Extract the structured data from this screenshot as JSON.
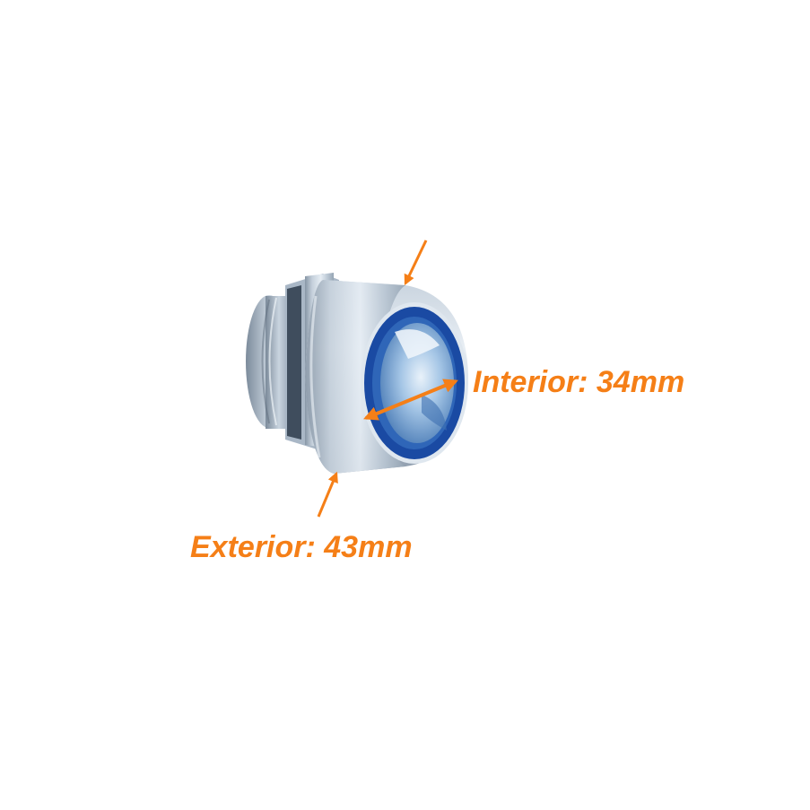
{
  "image": {
    "subject": "connector-fitting"
  },
  "annotations": {
    "interior_label": "Interior: 34mm",
    "exterior_label": "Exterior: 43mm"
  },
  "colors": {
    "background": "#ffffff",
    "annotation": "#f57f17",
    "metal_light": "#dde5ee",
    "metal_mid": "#b3c1cf",
    "metal_dark": "#8796a6",
    "seal_blue": "#1a4aa3",
    "liner_blue": "#6da8dc"
  }
}
